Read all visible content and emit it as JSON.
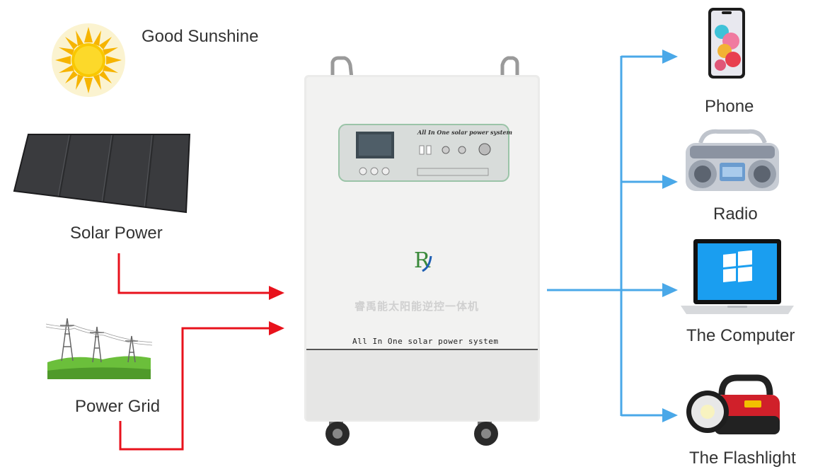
{
  "inputs": {
    "sun": "Good Sunshine",
    "solar": "Solar Power",
    "grid": "Power Grid"
  },
  "unit": {
    "panel_title": "All In One solar power system",
    "chinese_label": "睿禹能太阳能逆控一体机",
    "front_label": "All In One solar power system",
    "logo": "RY"
  },
  "outputs": {
    "phone": "Phone",
    "radio": "Radio",
    "computer": "The Computer",
    "flashlight": "The Flashlight"
  },
  "colors": {
    "input_arrow": "#e8121c",
    "output_arrow": "#4aa8e8"
  }
}
